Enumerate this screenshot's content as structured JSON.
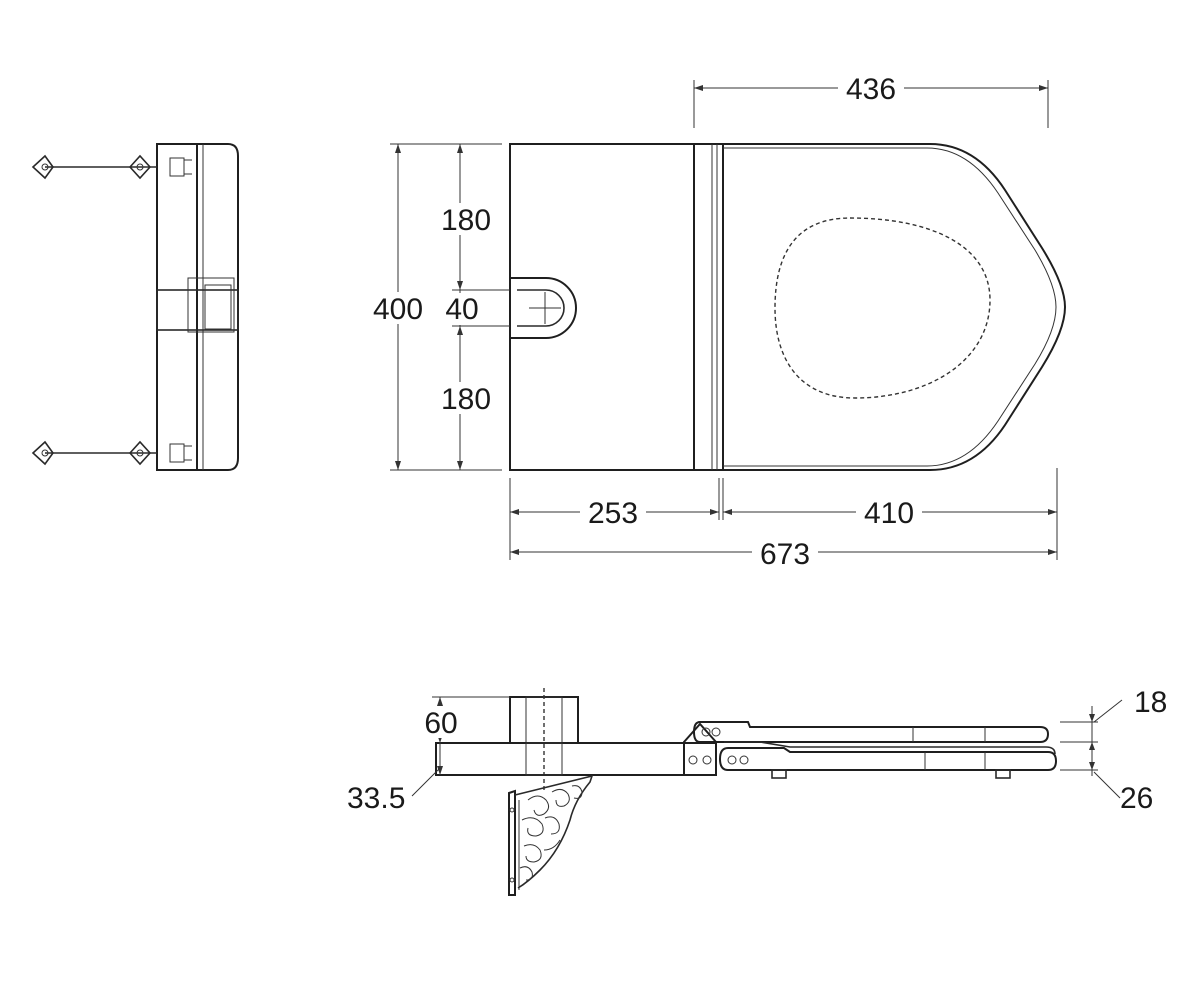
{
  "dimensions": {
    "top_width_front": "436",
    "side_total_height": "400",
    "side_upper_segment": "180",
    "side_middle_segment": "40",
    "side_lower_segment": "180",
    "bottom_left_segment": "253",
    "bottom_right_segment": "410",
    "bottom_total_length": "673",
    "profile_base_height": "60",
    "profile_bracket_height": "33.5",
    "profile_lid_thickness": "18",
    "profile_seat_thickness": "26"
  },
  "colors": {
    "line": "#2a2a2a",
    "background": "#ffffff"
  }
}
